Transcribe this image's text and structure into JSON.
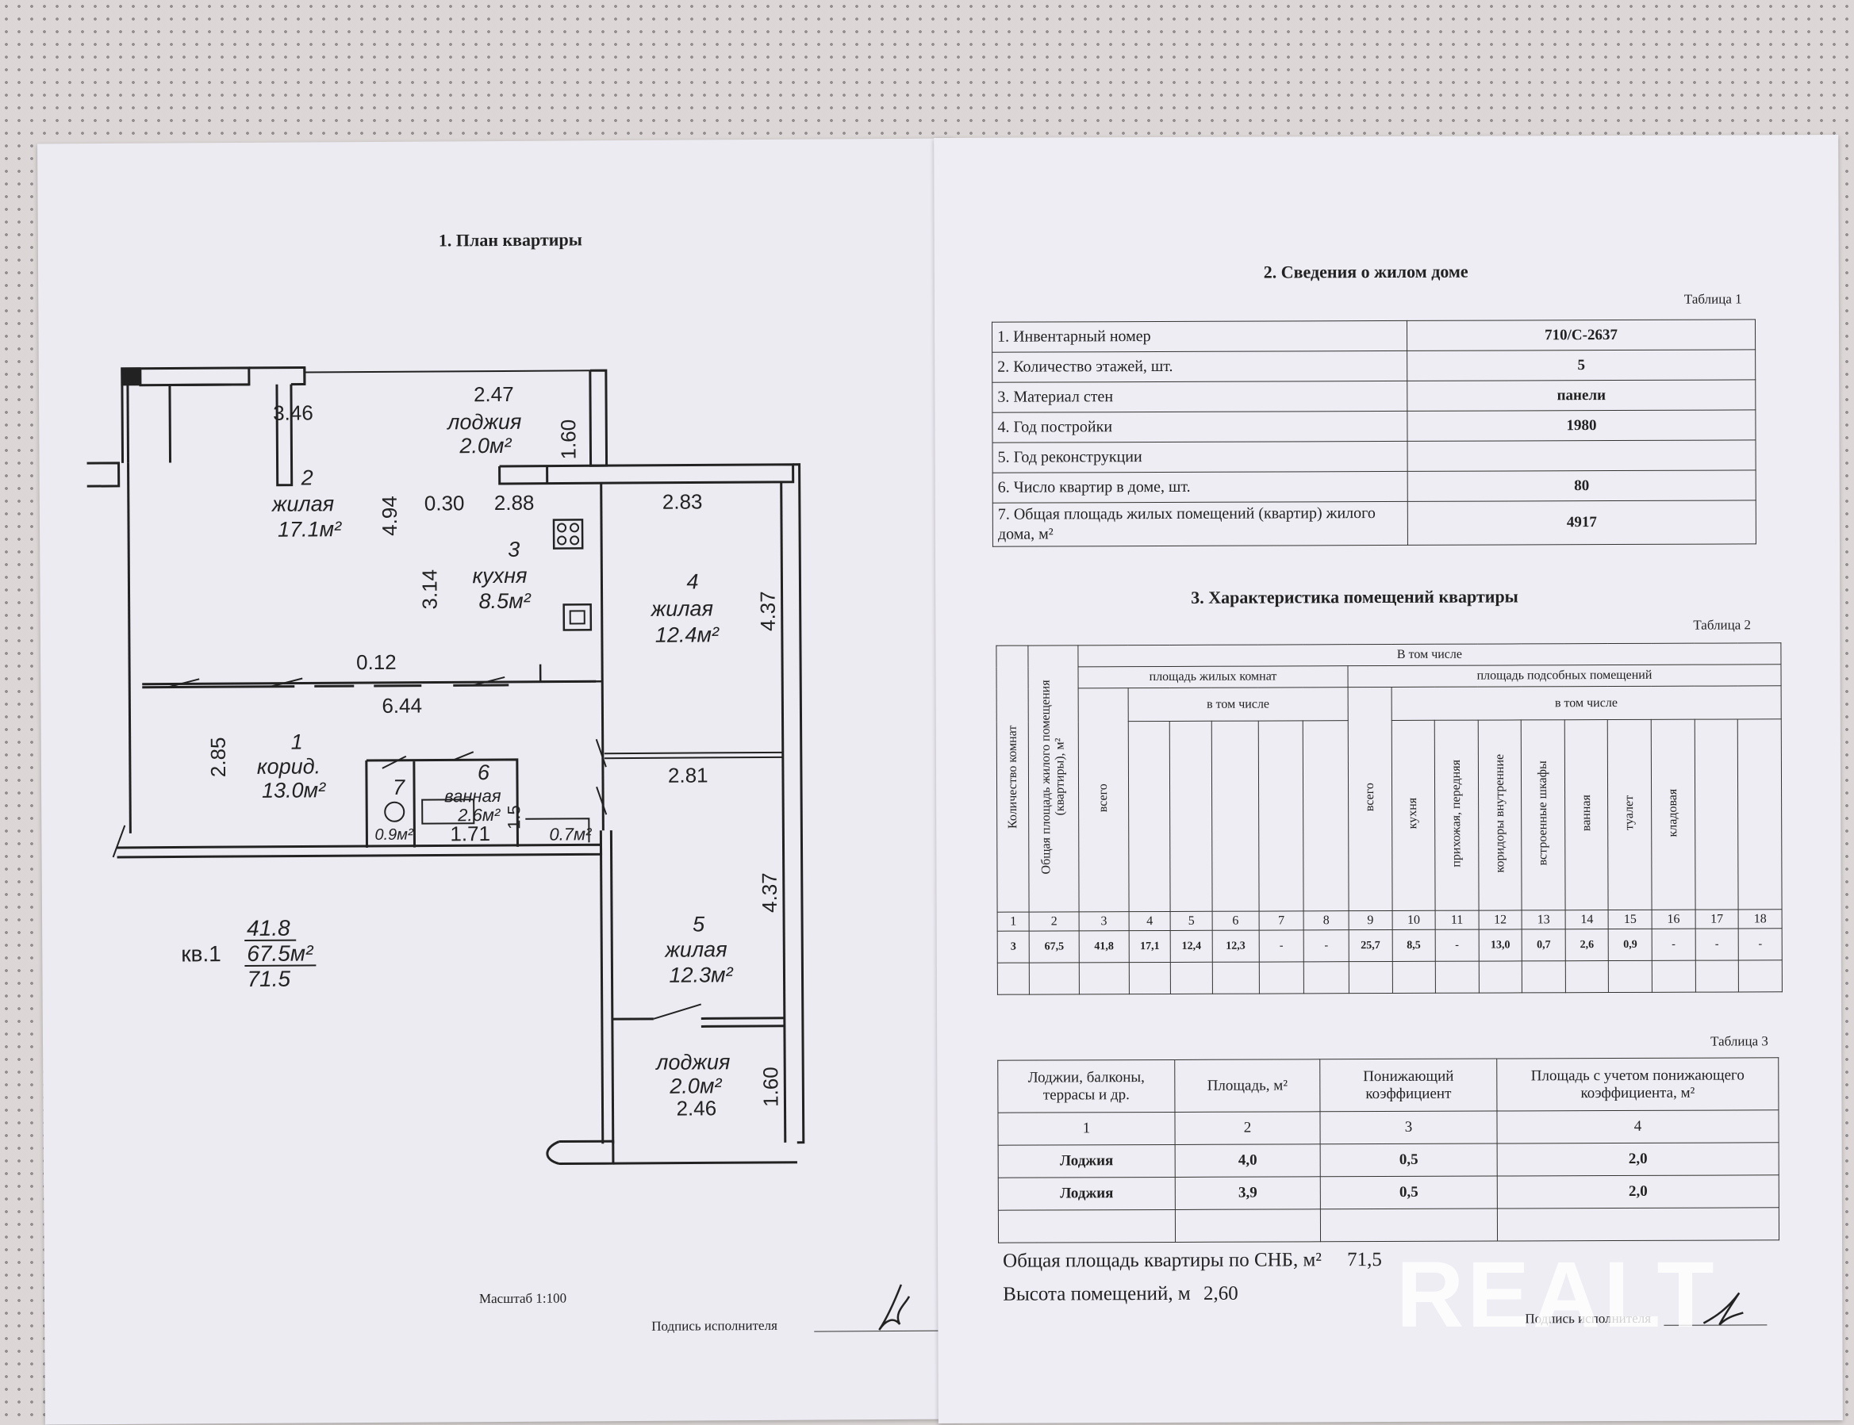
{
  "plan": {
    "title": "1. План квартиры",
    "dims": {
      "d346": "3.46",
      "d247": "2.47",
      "d160a": "1.60",
      "d494": "4.94",
      "d030": "0.30",
      "d288": "2.88",
      "d283": "2.83",
      "d314": "3.14",
      "d437a": "4.37",
      "d012": "0.12",
      "d644": "6.44",
      "d285": "2.85",
      "d281": "2.81",
      "d171": "1.71",
      "d15": "1.5",
      "d437b": "4.37",
      "d160b": "1.60",
      "d246": "2.46"
    },
    "rooms": {
      "r2_num": "2",
      "r2_name": "жилая",
      "r2_area": "17.1м²",
      "loggia1_name": "лоджия",
      "loggia1_area": "2.0м²",
      "r3_num": "3",
      "r3_name": "кухня",
      "r3_area": "8.5м²",
      "r4_num": "4",
      "r4_name": "жилая",
      "r4_area": "12.4м²",
      "r1_num": "1",
      "r1_name": "корид.",
      "r1_area": "13.0м²",
      "r7_num": "7",
      "r7_area": "0.9м²",
      "r6_num": "6",
      "r6_name": "ванная",
      "r6_area": "2.6м²",
      "closet_area": "0.7м²",
      "r5_num": "5",
      "r5_name": "жилая",
      "r5_area": "12.3м²",
      "loggia2_name": "лоджия",
      "loggia2_area": "2.0м²"
    },
    "apt_label": "кв.1",
    "apt_living": "41.8",
    "apt_total": "67.5м²",
    "apt_full": "71.5",
    "scale": "Масштаб 1:100",
    "signature_label": "Подпись исполнителя"
  },
  "house": {
    "title": "2. Сведения о жилом доме",
    "table_label": "Таблица 1",
    "rows": [
      {
        "label": "1. Инвентарный номер",
        "value": "710/С-2637"
      },
      {
        "label": "2. Количество этажей, шт.",
        "value": "5"
      },
      {
        "label": "3. Материал стен",
        "value": "панели"
      },
      {
        "label": "4. Год постройки",
        "value": "1980"
      },
      {
        "label": "5. Год реконструкции",
        "value": ""
      },
      {
        "label": "6. Число квартир в доме, шт.",
        "value": "80"
      },
      {
        "label": "7. Общая площадь жилых помещений (квартир) жилого дома, м²",
        "value": "4917"
      }
    ]
  },
  "rooms_table": {
    "title": "3. Характеристика помещений квартиры",
    "table_label": "Таблица 2",
    "h_rooms_count": "Количество комнат",
    "h_total_area": "Общая площадь жилого помещения (квартиры), м²",
    "h_including": "В том числе",
    "h_living": "площадь жилых комнат",
    "h_aux": "площадь подсобных помещений",
    "h_incl_living": "в том числе",
    "h_incl_aux": "в том числе",
    "h_total_living": "всего",
    "h_total_aux": "всего",
    "h_aux_cols": [
      "кухня",
      "прихожая, передняя",
      "коридоры внутренние",
      "встроенные шкафы",
      "ванная",
      "туалет",
      "кладовая",
      "",
      ""
    ],
    "col_numbers": [
      "1",
      "2",
      "3",
      "4",
      "5",
      "6",
      "7",
      "8",
      "9",
      "10",
      "11",
      "12",
      "13",
      "14",
      "15",
      "16",
      "17",
      "18"
    ],
    "values": [
      "3",
      "67,5",
      "41,8",
      "17,1",
      "12,4",
      "12,3",
      "-",
      "-",
      "25,7",
      "8,5",
      "-",
      "13,0",
      "0,7",
      "2,6",
      "0,9",
      "-",
      "-",
      "-"
    ]
  },
  "loggia_table": {
    "table_label": "Таблица 3",
    "headers": [
      "Лоджии, балконы, террасы и др.",
      "Площадь, м²",
      "Понижающий коэффициент",
      "Площадь с учетом понижающего коэффициента, м²"
    ],
    "col_numbers": [
      "1",
      "2",
      "3",
      "4"
    ],
    "rows": [
      [
        "Лоджия",
        "4,0",
        "0,5",
        "2,0"
      ],
      [
        "Лоджия",
        "3,9",
        "0,5",
        "2,0"
      ]
    ]
  },
  "summary": {
    "total_label": "Общая площадь квартиры по СНБ, м²",
    "total_value": "71,5",
    "height_label": "Высота помещений, м",
    "height_value": "2,60",
    "signature_label": "Подпись исполнителя"
  },
  "watermark": "REALT",
  "colors": {
    "paper": "#ecebf2",
    "ink": "#222222",
    "background": "#dcd7d6"
  }
}
